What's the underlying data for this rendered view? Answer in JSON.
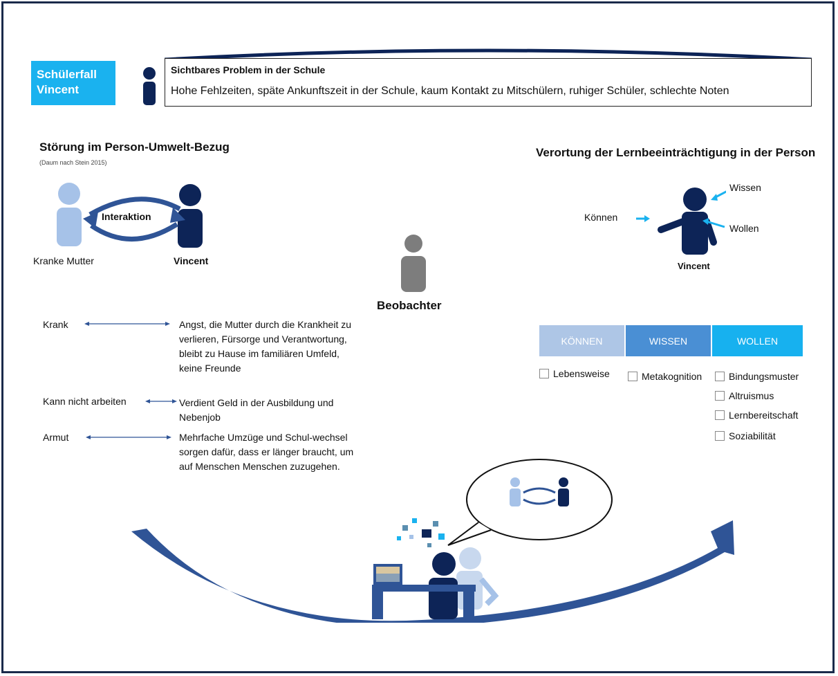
{
  "case_label": [
    "Schülerfall",
    "Vincent"
  ],
  "problem": {
    "title": "Sichtbares Problem in der Schule",
    "text": "Hohe Fehlzeiten, späte Ankunftszeit in der Schule, kaum Kontakt zu Mitschülern, ruhiger Schüler, schlechte Noten"
  },
  "left_section": {
    "heading": "Störung im Person-Umwelt-Bezug",
    "citation": "(Daum nach Stein 2015)",
    "interaction_label": "Interaktion",
    "person_left": "Kranke Mutter",
    "person_right": "Vincent",
    "pairs": [
      {
        "left": "Krank",
        "right": "Angst, die Mutter durch die Krankheit zu verlieren, Fürsorge und Verantwortung, bleibt zu Hause im familiären Umfeld, keine Freunde"
      },
      {
        "left": "Kann nicht arbeiten",
        "right": "Verdient Geld in der Ausbildung und Nebenjob"
      },
      {
        "left": "Armut",
        "right": "Mehrfache Umzüge und Schul-wechsel sorgen dafür, dass er länger braucht, um auf Menschen Menschen zuzugehen."
      }
    ]
  },
  "observer": "Beobachter",
  "right_section": {
    "heading": "Verortung der Lernbeeinträchtigung in der Person",
    "labels": {
      "wissen": "Wissen",
      "koennen": "Können",
      "wollen": "Wollen",
      "person": "Vincent"
    },
    "columns": [
      {
        "header": "KÖNNEN",
        "color": "#aec6e6",
        "items": [
          "Lebensweise"
        ]
      },
      {
        "header": "WISSEN",
        "color": "#4a8fd4",
        "items": [
          "Metakognition"
        ]
      },
      {
        "header": "WOLLEN",
        "color": "#17b1ef",
        "items": [
          "Bindungsmuster",
          "Altruismus",
          "Lernbereitschaft",
          "Soziabilität"
        ]
      }
    ]
  },
  "colors": {
    "navy": "#0d2457",
    "light_person": "#a6c2e8",
    "gray_person": "#7d7d7d",
    "cyan": "#1ab2ef",
    "arrow": "#2f5496"
  }
}
